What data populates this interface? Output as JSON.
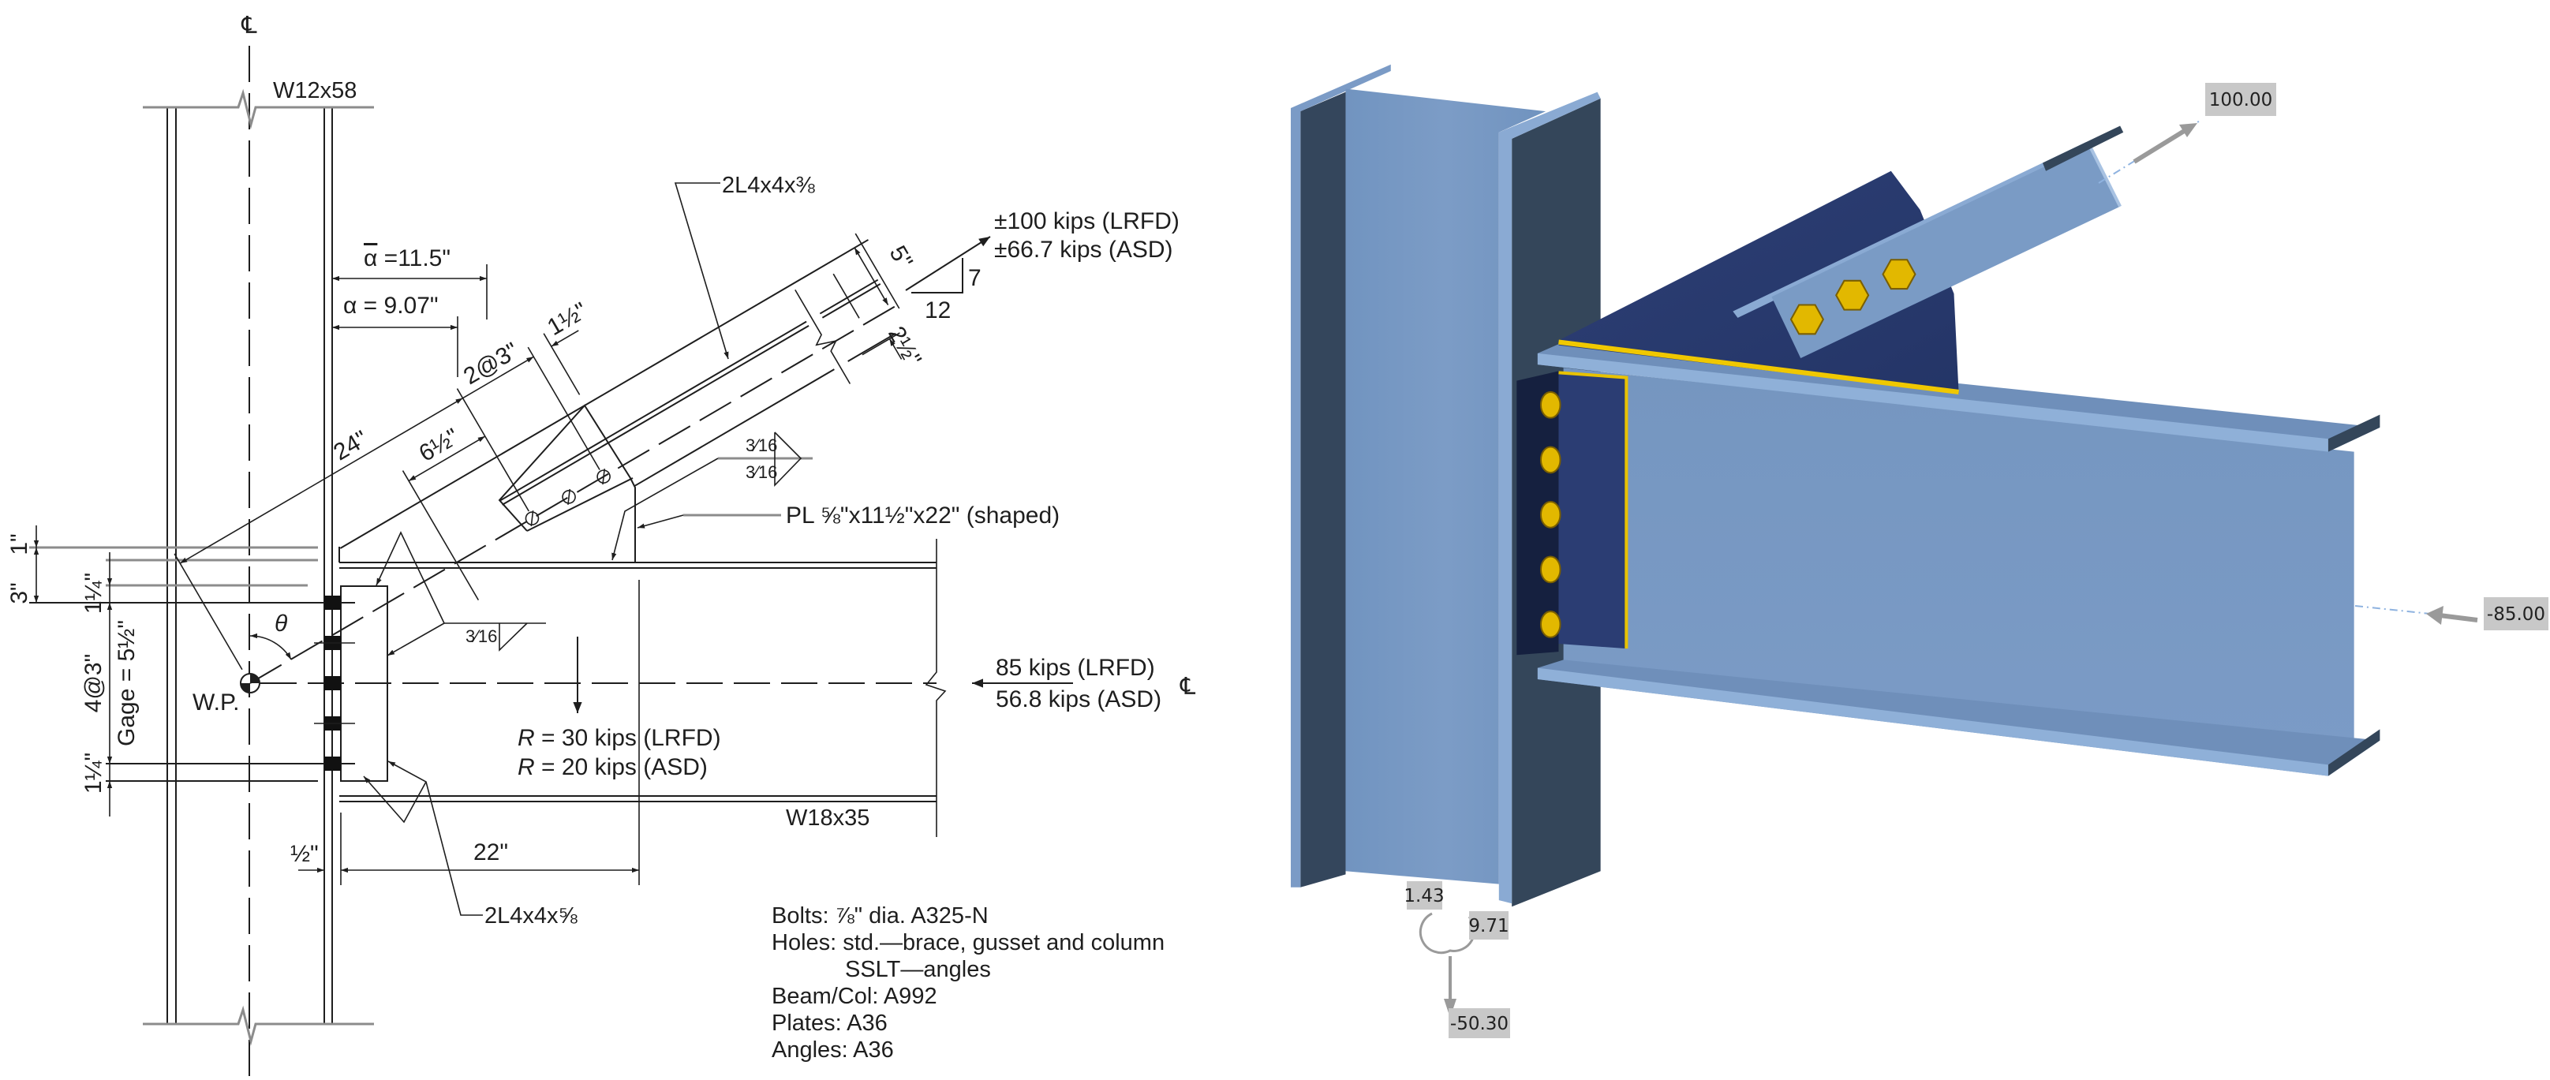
{
  "drawing": {
    "centerline_symbol": "℄",
    "column_label": "W12x58",
    "beam_label": "W18x35",
    "brace_label": "2L4x4x⅜",
    "gusset_label": "PL ⅝\"x11½\"x22\" (shaped)",
    "shear_angle_label": "2L4x4x⅝",
    "brace_force": {
      "lrfd": "±100 kips (LRFD)",
      "asd": "±66.7 kips  (ASD)"
    },
    "slope": {
      "rise": "7",
      "run": "12"
    },
    "axial_force": {
      "lrfd": "85 kips (LRFD)",
      "asd": "56.8 kips (ASD)"
    },
    "reaction": {
      "symbol": "R",
      "lrfd": " = 30 kips (LRFD)",
      "asd": " = 20 kips (ASD)"
    },
    "work_point": "W.P.",
    "theta": "θ",
    "dims": {
      "alpha_bar_symbol": "α",
      "alpha_bar_value": " =11.5\"",
      "alpha": "α = 9.07\"",
      "d24": "24\"",
      "d2at3": "2@3\"",
      "d1_5": "1½\"",
      "d6_5": "6½\"",
      "d5": "5\"",
      "d2_5": "2½\"",
      "d22": "22\"",
      "dhalf": "½\"",
      "d1": "1\"",
      "d3": "3\"",
      "d1_25_top": "1¼\"",
      "d4at3": "4@3\"",
      "gage": "Gage = 5½\"",
      "d1_25_bottom": "1¼\""
    },
    "welds": {
      "gusset_arrow_side": "3⁄16",
      "gusset_other_side": "3⁄16",
      "angle": "3⁄16"
    },
    "notes": [
      "Bolts: ⅞\" dia. A325-N",
      "Holes: std.—brace, gusset and column",
      "SSLT—angles",
      "Beam/Col: A992",
      "Plates: A36",
      "Angles: A36"
    ]
  },
  "model": {
    "labels": {
      "brace_force": "100.00",
      "beam_axial": "-85.00",
      "moment": "1.43",
      "shear": "9.71",
      "vertical": "-50.30"
    },
    "colors": {
      "steel_light": "#7a9bc5",
      "steel_edge": "#8aaad3",
      "steel_dark": "#34465a",
      "plate_navy": "#2a3b6e",
      "bolt_yellow": "#e2b800",
      "weld_yellow": "#f0c800",
      "label_bg": "#c8c8c8"
    }
  }
}
